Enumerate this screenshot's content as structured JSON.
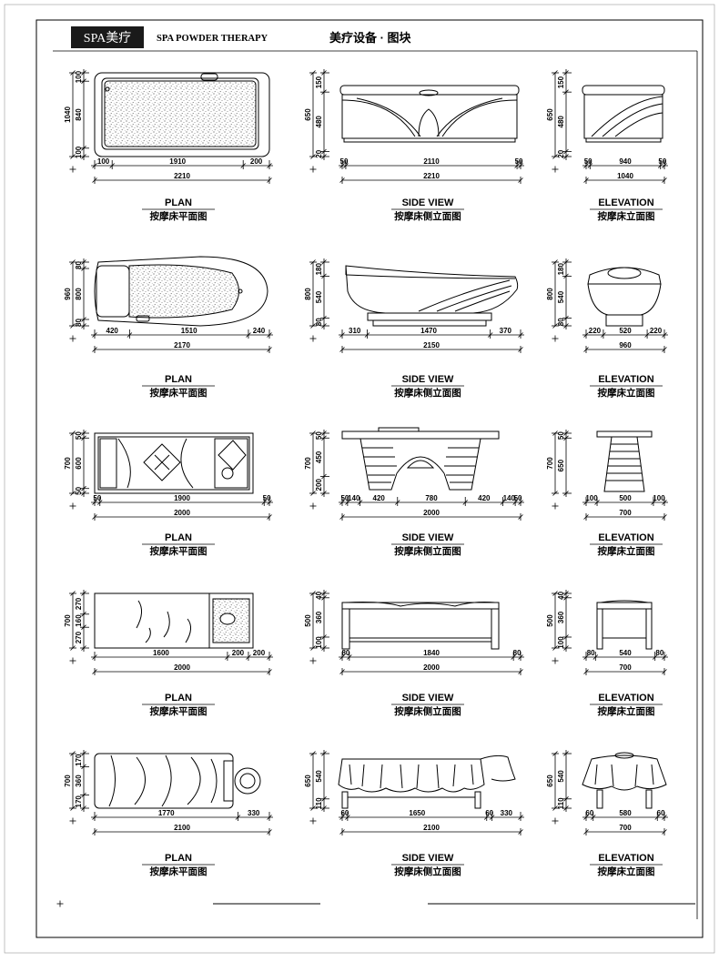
{
  "header": {
    "logo": "SPA美疗",
    "title_en": "SPA POWDER THERAPY",
    "title_cn": "美疗设备 · 图块"
  },
  "captions": {
    "plan_en": "PLAN",
    "plan_cn": "按摩床平面图",
    "side_en": "SIDE VIEW",
    "side_cn": "按摩床侧立面图",
    "elev_en": "ELEVATION",
    "elev_cn": "按摩床立面图"
  },
  "rows": [
    {
      "plan": {
        "v": [
          "100",
          "840",
          "100"
        ],
        "v_total": "1040",
        "h": [
          "100",
          "1910",
          "200"
        ],
        "h_total": "2210"
      },
      "side": {
        "v": [
          "150",
          "480",
          "20"
        ],
        "v_total": "650",
        "h": [
          "50",
          "2110",
          "50"
        ],
        "h_total": "2210"
      },
      "elev": {
        "v": [
          "150",
          "480",
          "20"
        ],
        "v_total": "650",
        "h": [
          "50",
          "940",
          "50"
        ],
        "h_total": "1040"
      }
    },
    {
      "plan": {
        "v": [
          "80",
          "800",
          "80"
        ],
        "v_total": "960",
        "h": [
          "420",
          "1510",
          "240"
        ],
        "h_total": "2170"
      },
      "side": {
        "v": [
          "180",
          "540",
          "80"
        ],
        "v_total": "800",
        "h": [
          "310",
          "1470",
          "370"
        ],
        "h_total": "2150"
      },
      "elev": {
        "v": [
          "180",
          "540",
          "80"
        ],
        "v_total": "800",
        "h": [
          "220",
          "520",
          "220"
        ],
        "h_total": "960"
      }
    },
    {
      "plan": {
        "v": [
          "50",
          "600",
          "50"
        ],
        "v_total": "700",
        "h": [
          "50",
          "1900",
          "50"
        ],
        "h_total": "2000"
      },
      "side": {
        "v": [
          "50",
          "450",
          "200"
        ],
        "v_total": "700",
        "h": [
          "50",
          "140",
          "420",
          "780",
          "420",
          "140",
          "50"
        ],
        "h_total": "2000"
      },
      "elev": {
        "v": [
          "50",
          "650"
        ],
        "v_total": "700",
        "h": [
          "100",
          "500",
          "100"
        ],
        "h_total": "700"
      }
    },
    {
      "plan": {
        "v": [
          "270",
          "160",
          "270"
        ],
        "v_total": "700",
        "h": [
          "1600",
          "200",
          "200"
        ],
        "h_total": "2000"
      },
      "side": {
        "v": [
          "40",
          "360",
          "100"
        ],
        "v_total": "500",
        "h": [
          "80",
          "1840",
          "80"
        ],
        "h_total": "2000"
      },
      "elev": {
        "v": [
          "40",
          "360",
          "100"
        ],
        "v_total": "500",
        "h": [
          "80",
          "540",
          "80"
        ],
        "h_total": "700"
      }
    },
    {
      "plan": {
        "v": [
          "170",
          "360",
          "170"
        ],
        "v_total": "700",
        "h": [
          "1770",
          "330"
        ],
        "h_total": "2100"
      },
      "side": {
        "v": [
          "540",
          "110"
        ],
        "v_total": "650",
        "h": [
          "60",
          "1650",
          "60",
          "330"
        ],
        "h_total": "2100"
      },
      "elev": {
        "v": [
          "540",
          "110"
        ],
        "v_total": "650",
        "h": [
          "60",
          "580",
          "60"
        ],
        "h_total": "700"
      }
    }
  ]
}
